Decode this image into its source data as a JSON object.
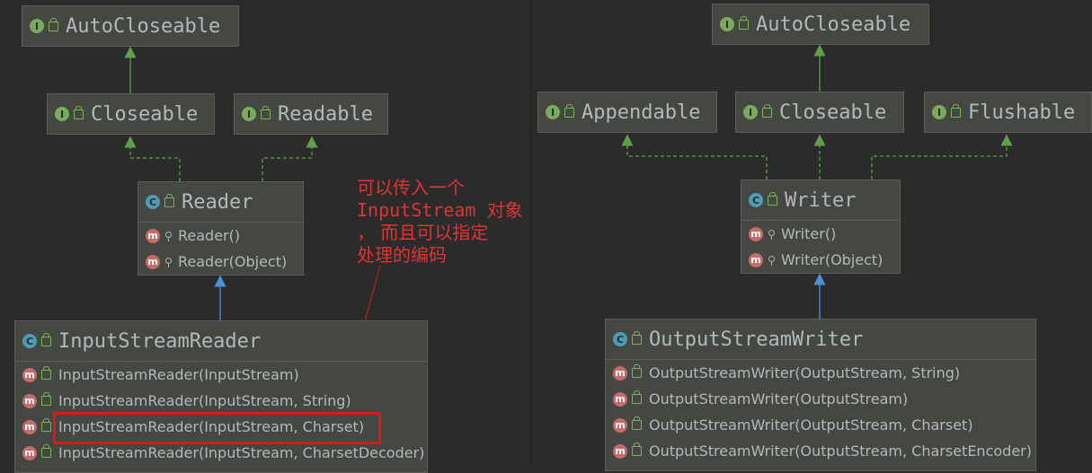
{
  "left": {
    "auto_closeable": "AutoCloseable",
    "closeable": "Closeable",
    "readable": "Readable",
    "reader": {
      "name": "Reader",
      "methods": [
        "Reader()",
        "Reader(Object)"
      ]
    },
    "isr": {
      "name": "InputStreamReader",
      "methods": [
        "InputStreamReader(InputStream)",
        "InputStreamReader(InputStream, String)",
        "InputStreamReader(InputStream, Charset)",
        "InputStreamReader(InputStream, CharsetDecoder)"
      ]
    }
  },
  "right": {
    "auto_closeable": "AutoCloseable",
    "appendable": "Appendable",
    "closeable": "Closeable",
    "flushable": "Flushable",
    "writer": {
      "name": "Writer",
      "methods": [
        "Writer()",
        "Writer(Object)"
      ]
    },
    "osw": {
      "name": "OutputStreamWriter",
      "methods": [
        "OutputStreamWriter(OutputStream, String)",
        "OutputStreamWriter(OutputStream)",
        "OutputStreamWriter(OutputStream, Charset)",
        "OutputStreamWriter(OutputStream, CharsetEncoder)"
      ]
    }
  },
  "icons": {
    "interface_letter": "I",
    "class_letter": "C",
    "method_letter": "m"
  },
  "annotation": {
    "line1": "可以传入一个",
    "line2": "InputStream 对象",
    "line3": "， 而且可以指定",
    "line4": "处理的编码"
  },
  "colors": {
    "highlight": "#e0171a",
    "note_text": "#e23333",
    "inheritance_arrow": "#4f8fd6",
    "implements_arrow": "#5f9e4a"
  }
}
